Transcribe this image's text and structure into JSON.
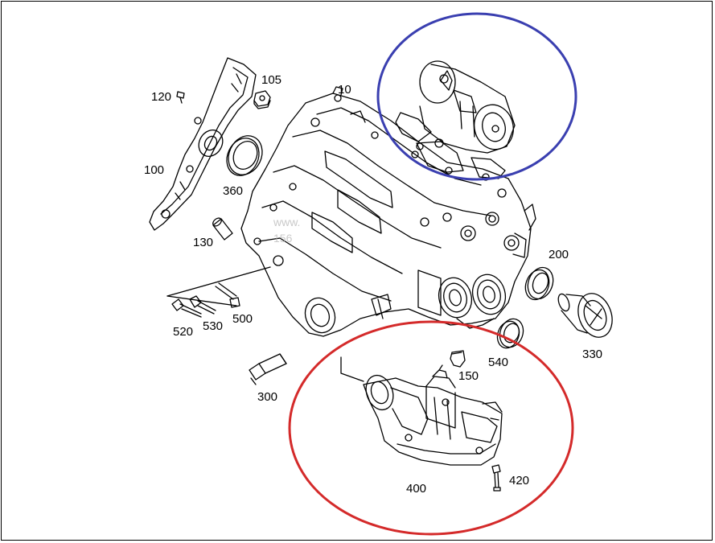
{
  "labels": {
    "p10": "10",
    "p100": "100",
    "p105": "105",
    "p120": "120",
    "p130": "130",
    "p150": "150",
    "p200": "200",
    "p300": "300",
    "p330": "330",
    "p360": "360",
    "p400": "400",
    "p420": "420",
    "p500": "500",
    "p520": "520",
    "p530": "530",
    "p540": "540"
  },
  "watermark": {
    "line1": "www.",
    "line2": "156"
  },
  "colors": {
    "ink": "#000000",
    "highlight_blue": "#3a3fb0",
    "highlight_red": "#d42a2a"
  }
}
